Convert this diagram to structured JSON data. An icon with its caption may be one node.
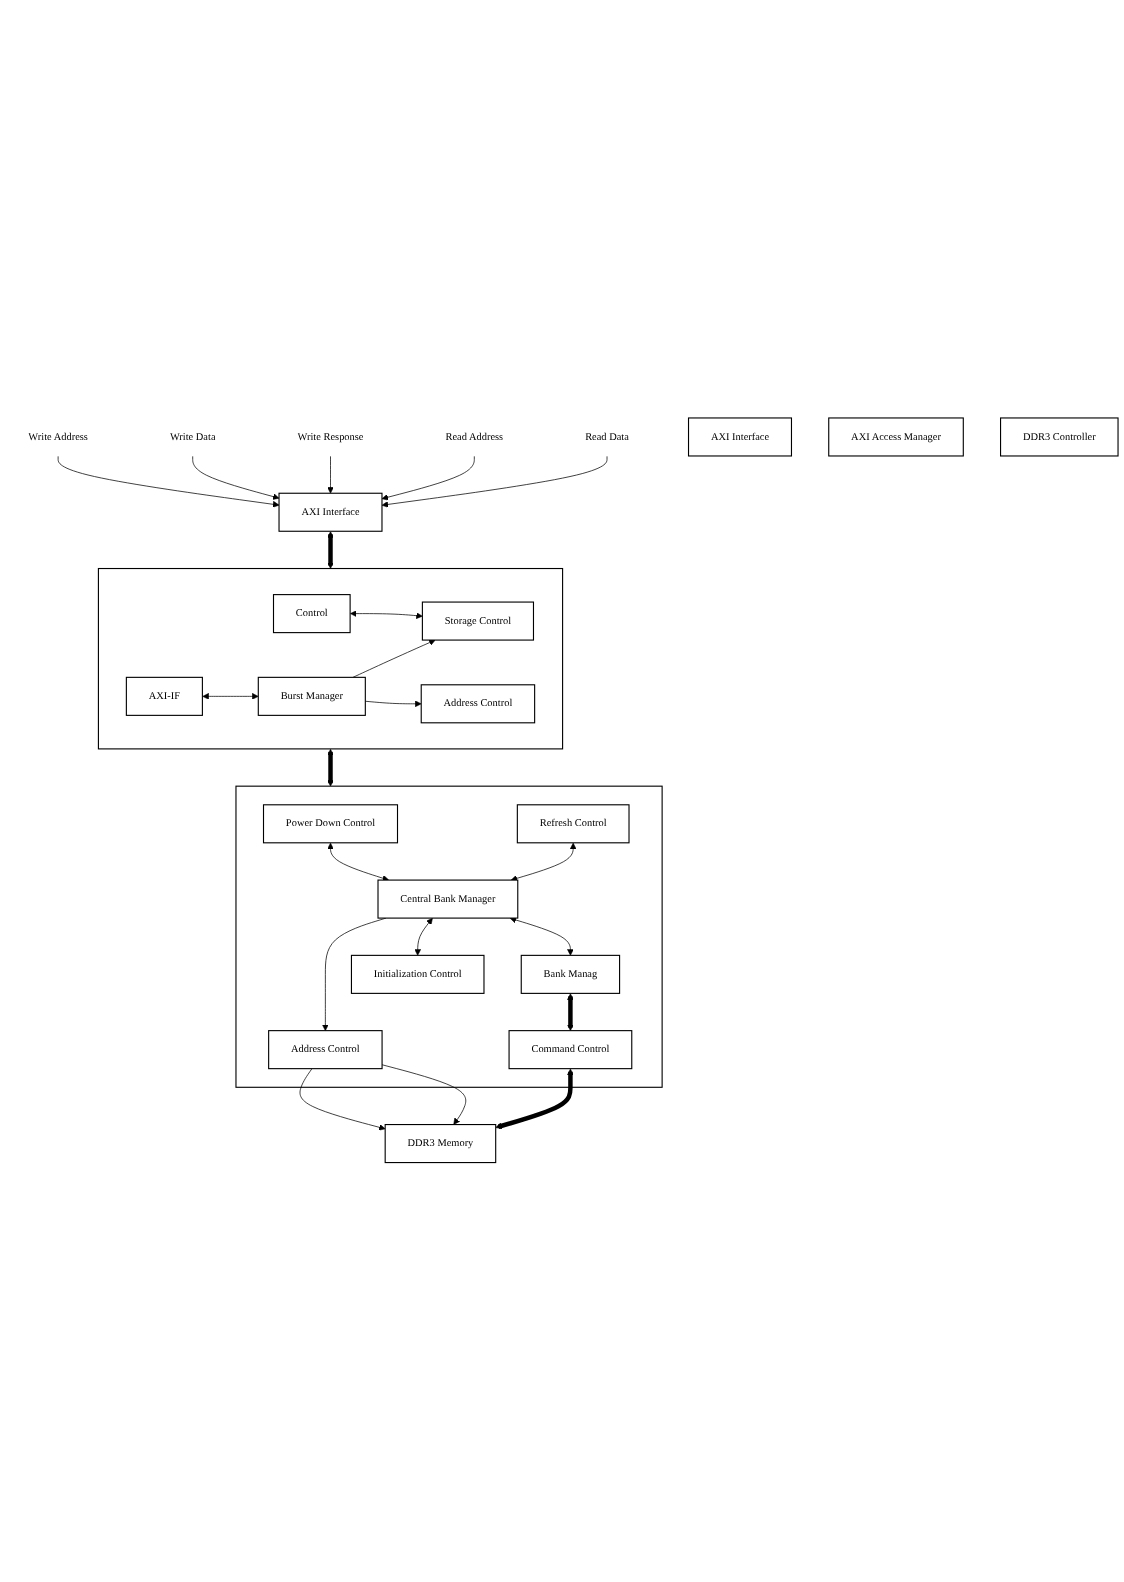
{
  "diagram": {
    "nodes": [
      {
        "text": [
          "Write Address"
        ]
      },
      {
        "text": [
          "Write Data"
        ]
      },
      {
        "text": [
          "Write Response"
        ]
      },
      {
        "text": [
          "Read Address"
        ]
      },
      {
        "text": [
          "Read Data"
        ]
      },
      {
        "text": [
          "AXI Interface"
        ]
      },
      {
        "text": [
          "AXI Interface"
        ]
      },
      {
        "text": [],
        "shape": "box"
      },
      {
        "text": [
          "Control"
        ],
        "in": 7
      },
      {
        "text": [
          "AXI-IF"
        ],
        "in": 7
      },
      {
        "text": [
          "Storage Control"
        ],
        "in": 7
      },
      {
        "text": [
          "Burst Manager"
        ],
        "in": 7
      },
      {
        "text": [
          "Address Control"
        ],
        "in": 7
      },
      {
        "text": [
          "AXI Access Manager"
        ]
      },
      {
        "text": [],
        "shape": "box"
      },
      {
        "text": [
          "Power Down Control"
        ],
        "in": 14
      },
      {
        "text": [
          "Refresh Control"
        ],
        "in": 14
      },
      {
        "text": [
          "Address Control"
        ],
        "in": 14
      },
      {
        "text": [
          "Central Bank Manager"
        ],
        "in": 14
      },
      {
        "text": [
          "Bank Manag"
        ],
        "in": 14
      },
      {
        "text": [
          "Command Control"
        ],
        "in": 14
      },
      {
        "text": [
          "Initialization Control"
        ],
        "in": 14
      },
      {
        "text": [
          "DDR3 Memory"
        ]
      },
      {
        "text": [
          "DDR3 Controller"
        ]
      }
    ],
    "edges": [
      {
        "from": 0,
        "to": 5,
        "arrow": "to"
      },
      {
        "from": 1,
        "to": 5,
        "arrow": "to"
      },
      {
        "from": 2,
        "to": 5,
        "arrow": "to"
      },
      {
        "from": 3,
        "to": 5,
        "arrow": "to"
      },
      {
        "from": 4,
        "to": 5,
        "arrow": "to"
      },
      {
        "from": 5,
        "to": 7,
        "arrow": "both",
        "style": "thick"
      },
      {
        "from": 8,
        "to": 10,
        "arrow": "both"
      },
      {
        "from": 9,
        "to": 11,
        "arrow": "both"
      },
      {
        "from": 11,
        "to": 10,
        "arrow": "to"
      },
      {
        "from": 11,
        "to": 12,
        "arrow": "to"
      },
      {
        "from": 7,
        "to": 14,
        "arrow": "both",
        "style": "thick"
      },
      {
        "from": 15,
        "to": 18,
        "arrow": "both"
      },
      {
        "from": 16,
        "to": 18,
        "arrow": "both"
      },
      {
        "from": 18,
        "to": 17,
        "arrow": "to"
      },
      {
        "from": 18,
        "to": 19,
        "arrow": "both"
      },
      {
        "from": 19,
        "to": 20,
        "arrow": "both",
        "style": "thick"
      },
      {
        "from": 17,
        "to": 22,
        "arrow": "to"
      },
      {
        "from": 17,
        "to": 22,
        "arrow": "to"
      },
      {
        "from": 20,
        "to": 22,
        "arrow": "both",
        "style": "thick"
      },
      {
        "from": 18,
        "to": 21,
        "arrow": "both"
      }
    ]
  }
}
